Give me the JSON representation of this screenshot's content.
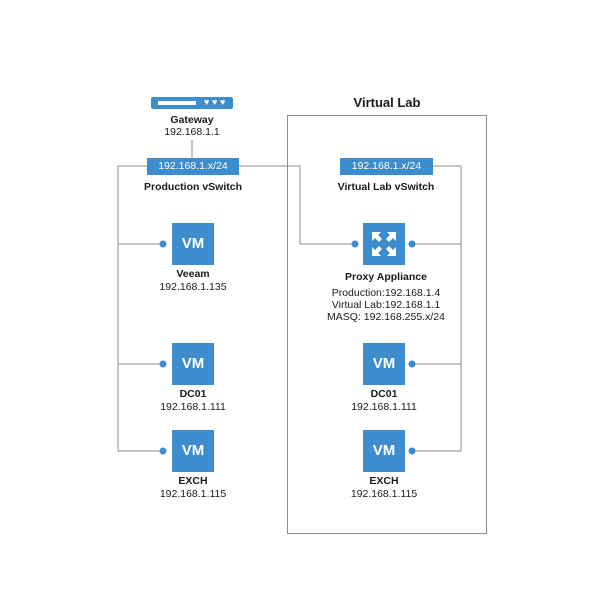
{
  "gateway": {
    "name": "Gateway",
    "ip": "192.168.1.1",
    "icon": "router-icon"
  },
  "production": {
    "switch_ip": "192.168.1.x/24",
    "switch_name": "Production vSwitch",
    "vms": [
      {
        "badge": "VM",
        "name": "Veeam",
        "ip": "192.168.1.135"
      },
      {
        "badge": "VM",
        "name": "DC01",
        "ip": "192.168.1.111"
      },
      {
        "badge": "VM",
        "name": "EXCH",
        "ip": "192.168.1.115"
      }
    ]
  },
  "virtual_lab": {
    "title": "Virtual Lab",
    "switch_ip": "192.168.1.x/24",
    "switch_name": "Virtual Lab vSwitch",
    "proxy": {
      "name": "Proxy Appliance",
      "production": "Production:192.168.1.4",
      "virtual_lab": "Virtual Lab:192.168.1.1",
      "masq": "MASQ: 192.168.255.x/24",
      "icon": "expand-arrows-icon"
    },
    "vms": [
      {
        "badge": "VM",
        "name": "DC01",
        "ip": "192.168.1.111"
      },
      {
        "badge": "VM",
        "name": "EXCH",
        "ip": "192.168.1.115"
      }
    ]
  },
  "colors": {
    "accent": "#3d8ccd",
    "line": "#8c8c8c",
    "text": "#1a1a1a"
  }
}
